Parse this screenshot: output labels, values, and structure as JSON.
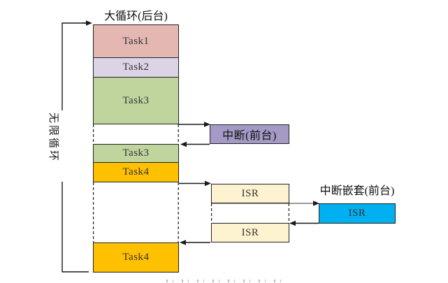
{
  "diagram": {
    "title": "大循环(后台)",
    "loop_label": "无限循环",
    "nested_title": "中断嵌套(前台)"
  },
  "tasks": [
    {
      "label": "Task1",
      "color": "#e4b7b2"
    },
    {
      "label": "Task2",
      "color": "#dbd4e7"
    },
    {
      "label": "Task3",
      "color": "#c0d59e"
    },
    {
      "label": "Task3",
      "color": "#c0d59e"
    },
    {
      "label": "Task4",
      "color": "#ffc000"
    },
    {
      "label": "Task4",
      "color": "#ffc000"
    }
  ],
  "foreground": {
    "interrupt": {
      "label": "中断(前台)",
      "color": "#a59ac6"
    },
    "isr_top": {
      "label": "ISR",
      "color": "#fdf3d1"
    },
    "isr_bottom": {
      "label": "ISR",
      "color": "#fdf3d1"
    },
    "nested_isr": {
      "label": "ISR",
      "color": "#00b0f0"
    }
  },
  "colors": {
    "line": "#1a1a1a",
    "gray_line": "#7a7a7a",
    "border": "#212121",
    "background": "#ffffff"
  }
}
